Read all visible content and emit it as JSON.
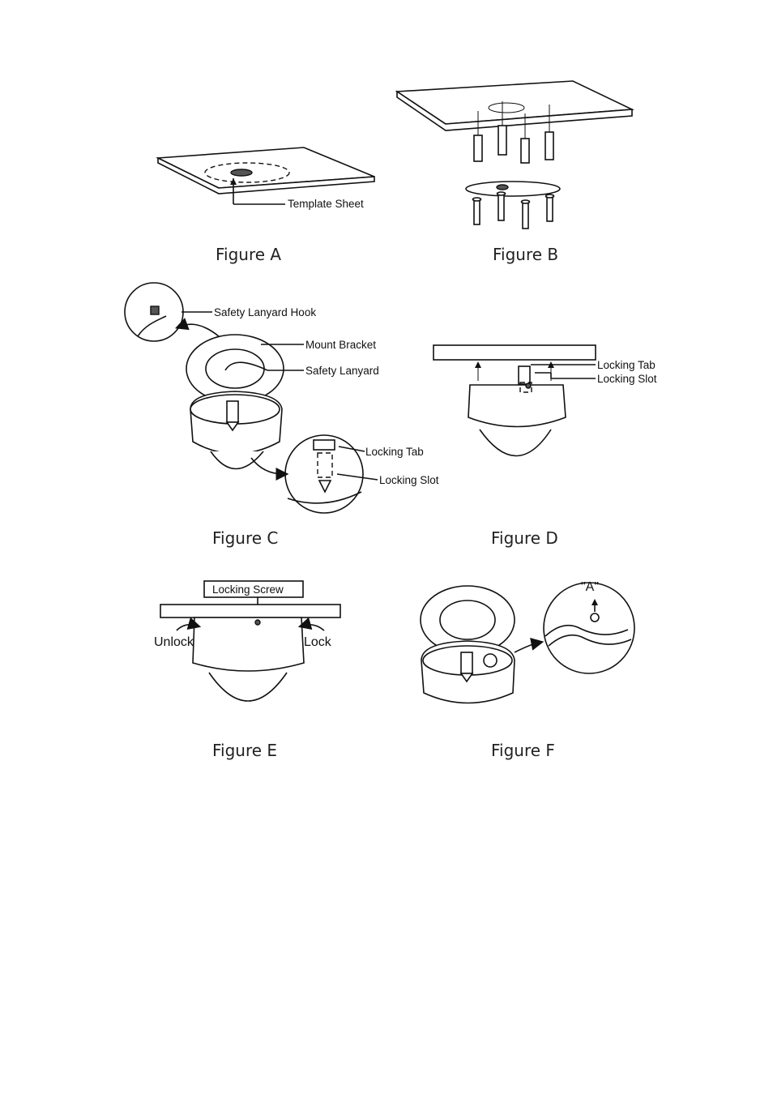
{
  "figures": {
    "a": {
      "caption": "Figure A",
      "labels": {
        "template_sheet": "Template Sheet"
      }
    },
    "b": {
      "caption": "Figure B"
    },
    "c": {
      "caption": "Figure C",
      "labels": {
        "safety_lanyard_hook": "Safety Lanyard Hook",
        "mount_bracket": "Mount Bracket",
        "safety_lanyard": "Safety Lanyard",
        "locking_tab": "Locking Tab",
        "locking_slot": "Locking Slot"
      }
    },
    "d": {
      "caption": "Figure D",
      "labels": {
        "locking_tab": "Locking Tab",
        "locking_slot": "Locking Slot"
      }
    },
    "e": {
      "caption": "Figure E",
      "labels": {
        "locking_screw": "Locking Screw",
        "unlock": "Unlock",
        "lock": "Lock"
      }
    },
    "f": {
      "caption": "Figure F",
      "labels": {
        "a_mark": "\"A\""
      }
    }
  }
}
